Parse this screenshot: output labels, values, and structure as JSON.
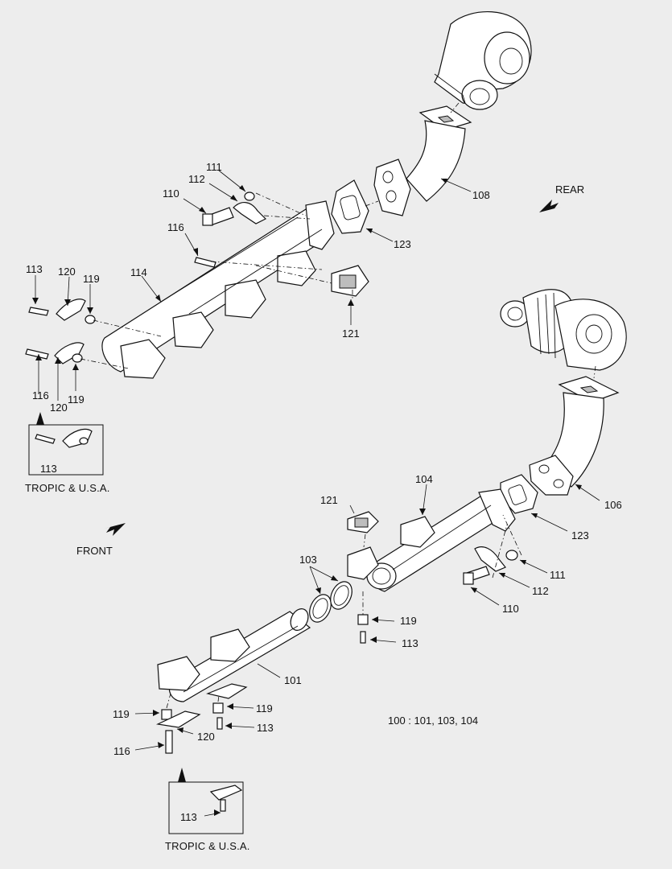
{
  "direction_labels": {
    "rear": "REAR",
    "front": "FRONT"
  },
  "callouts": {
    "upper_111": "111",
    "upper_112": "112",
    "upper_110": "110",
    "upper_116": "116",
    "upper_108": "108",
    "upper_123": "123",
    "upper_113": "113",
    "upper_120": "120",
    "upper_119": "119",
    "upper_114": "114",
    "upper_121": "121",
    "upper_left_116": "116",
    "upper_left_119": "119",
    "upper_left_120": "120",
    "inset1_113": "113",
    "lower_104": "104",
    "lower_121": "121",
    "lower_106": "106",
    "lower_123": "123",
    "lower_103": "103",
    "lower_111": "111",
    "lower_112": "112",
    "lower_110": "110",
    "lower_119_right": "119",
    "lower_113_right": "113",
    "lower_101": "101",
    "lower_119_left": "119",
    "lower_119_mid": "119",
    "lower_113_mid": "113",
    "lower_120": "120",
    "lower_116": "116",
    "inset2_113": "113"
  },
  "insets": {
    "upper_title": "TROPIC & U.S.A.",
    "lower_title": "TROPIC & U.S.A."
  },
  "assembly_note": "100 : 101, 103, 104"
}
